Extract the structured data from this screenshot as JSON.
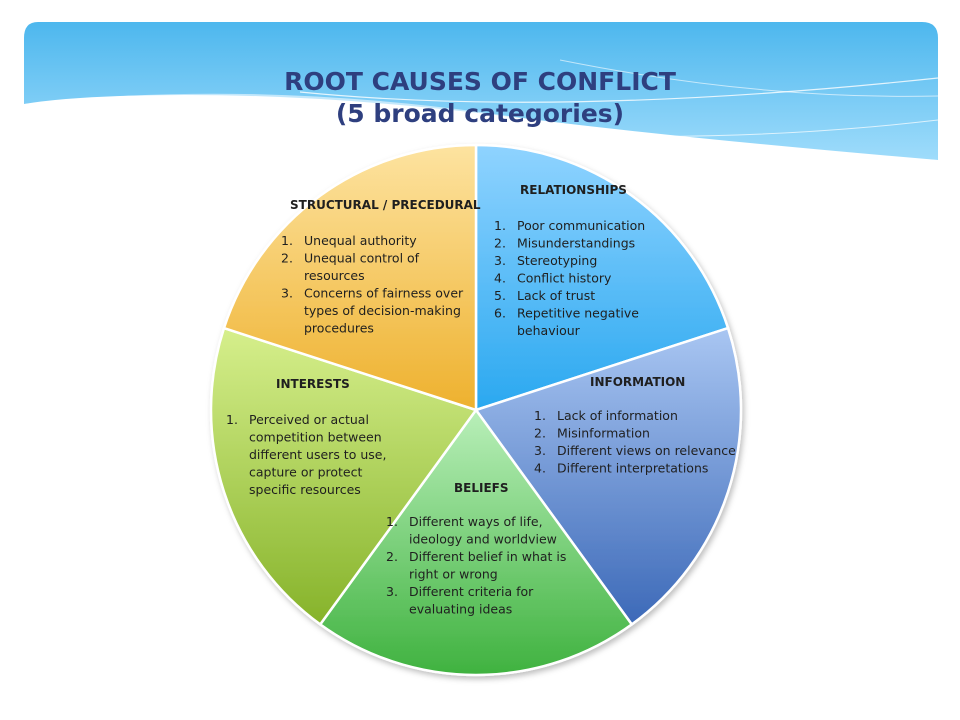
{
  "title": {
    "line1": "ROOT CAUSES OF CONFLICT",
    "line2": "(5 broad categories)"
  },
  "segments": [
    {
      "id": "relationships",
      "title": "RELATIONSHIPS",
      "color_top": "#8fd3ff",
      "color_bottom": "#2aa8f0",
      "items": [
        {
          "num": "1.",
          "lines": [
            "Poor communication"
          ]
        },
        {
          "num": "2.",
          "lines": [
            "Misunderstandings"
          ]
        },
        {
          "num": "3.",
          "lines": [
            "Stereotyping"
          ]
        },
        {
          "num": "4.",
          "lines": [
            "Conflict history"
          ]
        },
        {
          "num": "5.",
          "lines": [
            "Lack of trust"
          ]
        },
        {
          "num": "6.",
          "lines": [
            "Repetitive negative",
            "behaviour"
          ]
        }
      ]
    },
    {
      "id": "information",
      "title": "INFORMATION",
      "color_top": "#a9c6f2",
      "color_bottom": "#3c69b8",
      "items": [
        {
          "num": "1.",
          "lines": [
            "Lack of information"
          ]
        },
        {
          "num": "2.",
          "lines": [
            "Misinformation"
          ]
        },
        {
          "num": "3.",
          "lines": [
            "Different views on relevance"
          ]
        },
        {
          "num": "4.",
          "lines": [
            "Different interpretations"
          ]
        }
      ]
    },
    {
      "id": "beliefs",
      "title": "BELIEFS",
      "color_top": "#b9efb9",
      "color_bottom": "#3fb23f",
      "items": [
        {
          "num": "1.",
          "lines": [
            "Different ways of life,",
            "ideology and worldview"
          ]
        },
        {
          "num": "2.",
          "lines": [
            "Different belief in what is",
            "right or wrong"
          ]
        },
        {
          "num": "3.",
          "lines": [
            "Different criteria for",
            "evaluating ideas"
          ]
        }
      ]
    },
    {
      "id": "interests",
      "title": "INTERESTS",
      "color_top": "#d6ef8c",
      "color_bottom": "#86b32a",
      "items": [
        {
          "num": "1.",
          "lines": [
            "Perceived or actual",
            "competition between",
            "different users to use,",
            "capture or protect",
            "specific resources"
          ]
        }
      ]
    },
    {
      "id": "structural",
      "title": "STRUCTURAL / PRECEDURAL",
      "color_top": "#fde3a0",
      "color_bottom": "#eeb12e",
      "items": [
        {
          "num": "1.",
          "lines": [
            "Unequal authority"
          ]
        },
        {
          "num": "2.",
          "lines": [
            "Unequal control of",
            "resources"
          ]
        },
        {
          "num": "3.",
          "lines": [
            "Concerns of fairness over",
            "types of decision-making",
            "procedures"
          ]
        }
      ]
    }
  ]
}
